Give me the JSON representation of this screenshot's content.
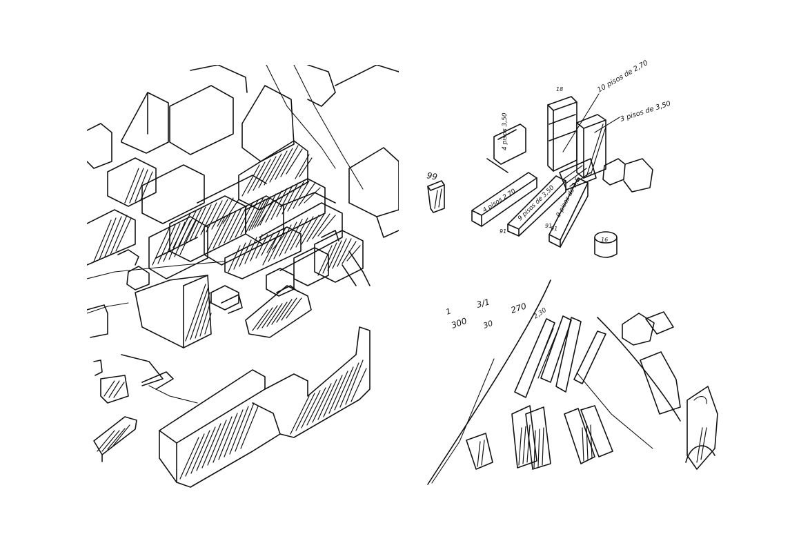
{
  "sketch_top_right": {
    "annotations": {
      "floors_a": "10 pisos de 2,70",
      "floors_b": "3 pisos de 3,50",
      "floors_c": "9 pisos de 3,50",
      "floors_d": "4 pisos 2,70",
      "floors_e": "9 pisos de 3,5",
      "floors_f": "4 pisos 3,50",
      "tower_num": "99",
      "num_91a": "91",
      "num_91b": "91",
      "num_91c": "91",
      "num_18": "18"
    }
  },
  "sketch_bottom_right": {
    "annotations": {
      "n1": "1",
      "n300": "300",
      "frac": "3/1",
      "n30": "30",
      "n270": "270",
      "n2_30": "2,30"
    }
  }
}
